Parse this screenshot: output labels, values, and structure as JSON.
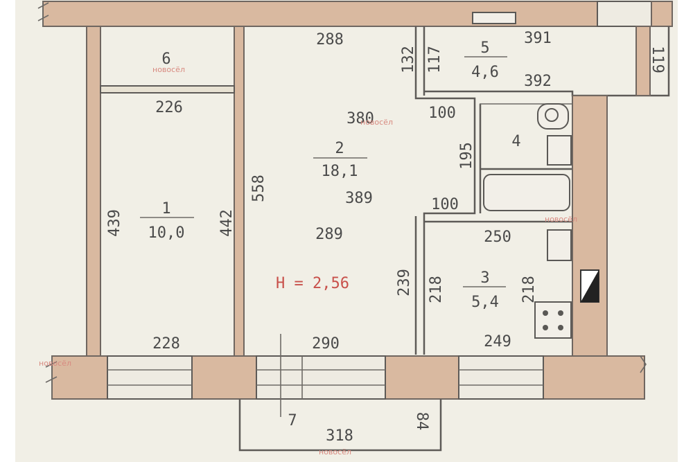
{
  "rooms": {
    "r1": {
      "number": "1",
      "area": "10,0"
    },
    "r2": {
      "number": "2",
      "area": "18,1"
    },
    "r3": {
      "number": "3",
      "area": "5,4"
    },
    "r4": {
      "number": "4"
    },
    "r5": {
      "number": "5",
      "area": "4,6"
    },
    "r6": {
      "number": "6"
    },
    "r7": {
      "number": "7"
    }
  },
  "dimensions": {
    "d288": "288",
    "d391": "391",
    "d392": "392",
    "d132": "132",
    "d117": "117",
    "d119": "119",
    "d226": "226",
    "d380": "380",
    "d100a": "100",
    "d195": "195",
    "d389": "389",
    "d558": "558",
    "d100b": "100",
    "d250": "250",
    "d439": "439",
    "d442": "442",
    "d289": "289",
    "d239": "239",
    "d218a": "218",
    "d218b": "218",
    "d228": "228",
    "d290": "290",
    "d249": "249",
    "d84": "84",
    "d318": "318"
  },
  "ceiling_height": "H = 2,56",
  "watermark": "новосёл",
  "colors": {
    "wall_fill": "#d9b9a0",
    "paper": "#f1efe6",
    "height_text": "#c8504a"
  }
}
